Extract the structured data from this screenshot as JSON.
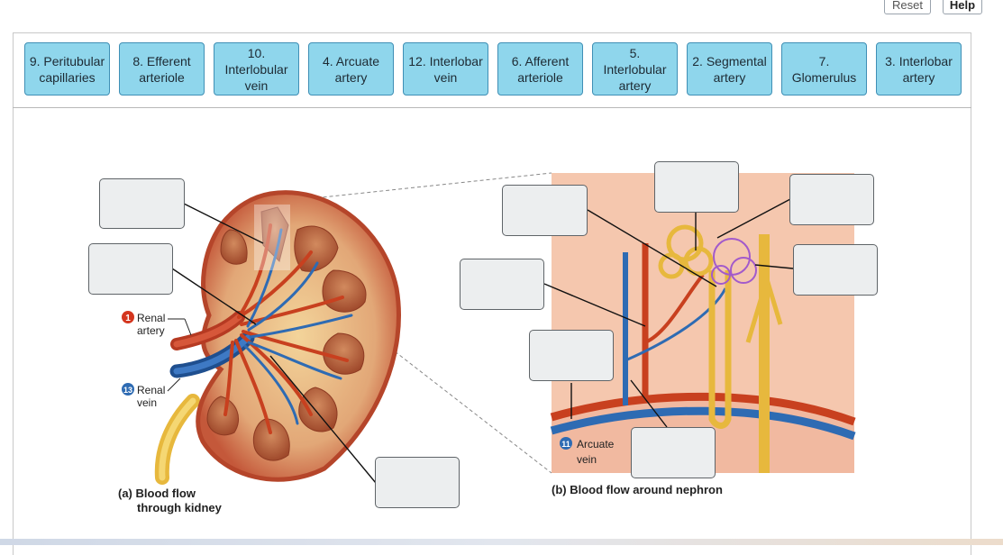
{
  "toolbar": {
    "reset_label": "Reset",
    "help_label": "Help"
  },
  "labels": [
    "9. Peritubular\ncapillaries",
    "8. Efferent\narteriole",
    "10.\nInterlobular\nvein",
    "4. Arcuate\nartery",
    "12. Interlobar\nvein",
    "6. Afferent\narteriole",
    "5.\nInterlobular\nartery",
    "2. Segmental\nartery",
    "7.\nGlomerulus",
    "3. Interlobar\nartery"
  ],
  "figure": {
    "renal_artery_num": "1",
    "renal_artery_text": [
      "Renal",
      "artery"
    ],
    "renal_vein_num": "13",
    "renal_vein_text": [
      "Renal",
      "vein"
    ],
    "arcuate_vein_num": "11",
    "arcuate_vein_text": [
      "Arcuate",
      "vein"
    ],
    "caption_a": [
      "(a) Blood flow",
      "through kidney"
    ],
    "caption_b": "(b) Blood flow around nephron"
  },
  "colors": {
    "label_bg": "#8fd6ec",
    "artery": "#c8401f",
    "vein": "#2e6bb3",
    "tubule": "#f2c22d"
  }
}
